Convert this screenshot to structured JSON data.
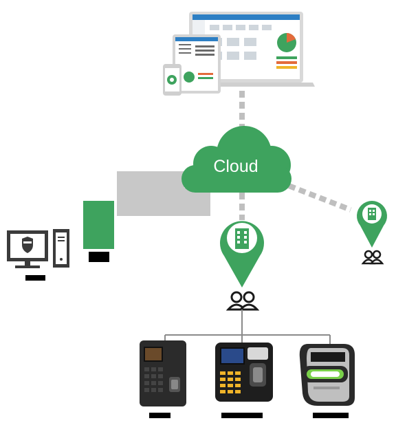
{
  "cloud": {
    "label": "Cloud"
  },
  "colors": {
    "accent": "#3ea35e",
    "connector": "#bfbfbf",
    "dark": "#2b2b2b",
    "line": "#8a8a8a"
  },
  "icons": {
    "site_main": "building-pin-icon",
    "site_remote": "building-pin-icon",
    "users_main": "users-icon",
    "users_remote": "users-icon",
    "workstation": "desktop-computer-icon",
    "server": "server-icon"
  },
  "devices": [
    {
      "name": "keypad-fingerprint-terminal"
    },
    {
      "name": "fingerprint-keypad-terminal"
    },
    {
      "name": "facial-recognition-terminal"
    }
  ]
}
